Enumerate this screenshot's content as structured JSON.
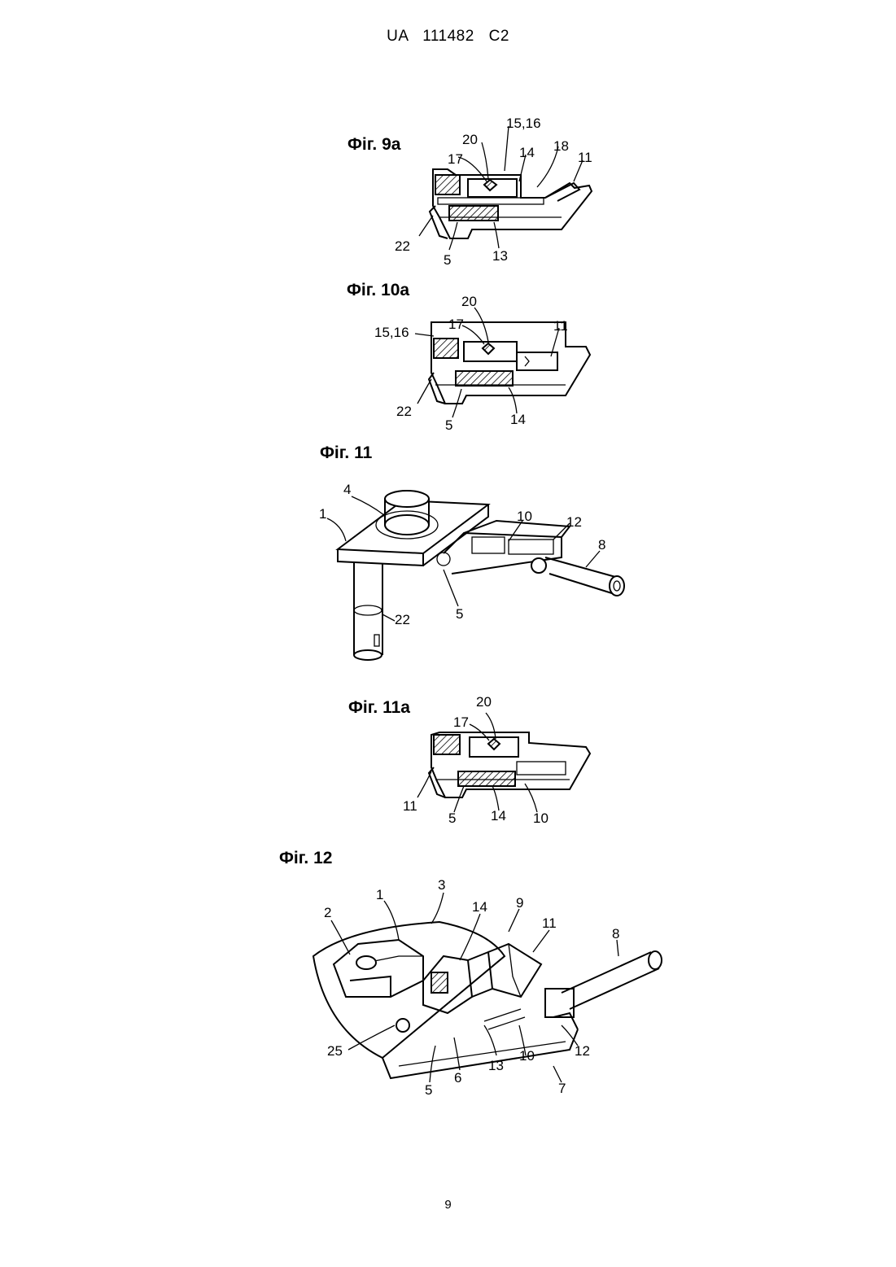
{
  "header": {
    "text": "UA   111482   C2"
  },
  "page_number": "9",
  "figures": {
    "fig9a": {
      "label": "Фіг. 9а",
      "refs": {
        "r20": "20",
        "r1516": "15,16",
        "r17": "17",
        "r14": "14",
        "r18": "18",
        "r11": "11",
        "r22": "22",
        "r5": "5",
        "r13": "13"
      }
    },
    "fig10a": {
      "label": "Фіг. 10а",
      "refs": {
        "r20": "20",
        "r17": "17",
        "r1516": "15,16",
        "r11": "11",
        "r22": "22",
        "r5": "5",
        "r14": "14"
      }
    },
    "fig11": {
      "label": "Фіг. 11",
      "refs": {
        "r4": "4",
        "r1": "1",
        "r10": "10",
        "r12": "12",
        "r8": "8",
        "r5": "5",
        "r22": "22"
      }
    },
    "fig11a": {
      "label": "Фіг. 11а",
      "refs": {
        "r20": "20",
        "r17": "17",
        "r11": "11",
        "r5": "5",
        "r14": "14",
        "r10": "10"
      }
    },
    "fig12": {
      "label": "Фіг. 12",
      "refs": {
        "r1": "1",
        "r3": "3",
        "r2": "2",
        "r14": "14",
        "r9": "9",
        "r11": "11",
        "r8": "8",
        "r25": "25",
        "r13": "13",
        "r10": "10",
        "r12": "12",
        "r5": "5",
        "r6": "6",
        "r7": "7"
      }
    }
  }
}
